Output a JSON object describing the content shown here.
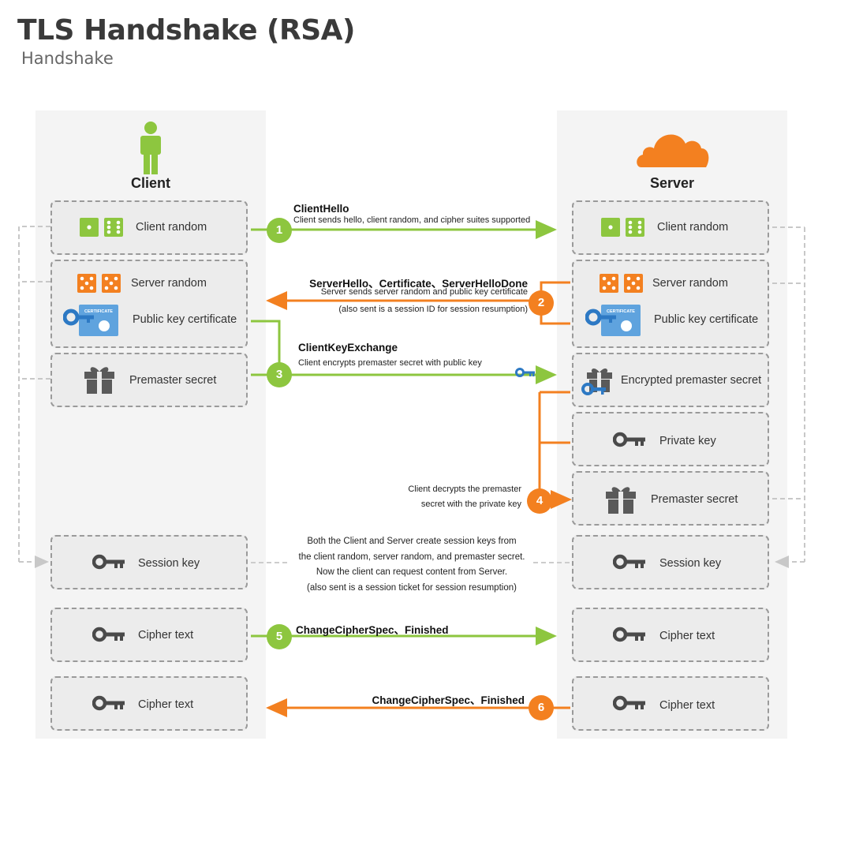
{
  "header": {
    "title": "TLS Handshake (RSA)",
    "subtitle": "Handshake"
  },
  "colors": {
    "green": "#8dc63f",
    "orange": "#f38020",
    "blue": "#2d79c4",
    "gray": "#4a4a4a"
  },
  "client": {
    "label": "Client",
    "boxes": {
      "client_random": "Client random",
      "server_random": "Server random",
      "public_cert": "Public key certificate",
      "premaster": "Premaster secret",
      "session_key": "Session key",
      "cipher_text_1": "Cipher text",
      "cipher_text_2": "Cipher text"
    }
  },
  "server": {
    "label": "Server",
    "boxes": {
      "client_random": "Client random",
      "server_random": "Server random",
      "public_cert": "Public key certificate",
      "encrypted_premaster": "Encrypted premaster secret",
      "private_key": "Private key",
      "premaster": "Premaster secret",
      "session_key": "Session key",
      "cipher_text_1": "Cipher text",
      "cipher_text_2": "Cipher text"
    }
  },
  "certificate_badge": "CERTIFICATE",
  "steps": [
    {
      "num": "1",
      "title": "ClientHello",
      "desc": "Client sends hello, client random, and cipher suites supported"
    },
    {
      "num": "2",
      "title": "ServerHello、Certificate、ServerHelloDone",
      "desc": "Server sends server random and public key certificate",
      "desc2": "(also sent is a session ID for session resumption)"
    },
    {
      "num": "3",
      "title": "ClientKeyExchange",
      "desc": "Client encrypts premaster secret with public key"
    },
    {
      "num": "4",
      "desc": "Client decrypts the premaster",
      "desc2": "secret with the private key"
    },
    {
      "num": "5",
      "title": "ChangeCipherSpec、Finished"
    },
    {
      "num": "6",
      "title": "ChangeCipherSpec、Finished"
    }
  ],
  "session_note": {
    "line1": "Both the Client and Server create session keys from",
    "line2": "the client random, server random, and premaster secret.",
    "line3": "Now the client can request content from Server.",
    "line4": "(also sent is a session ticket for session resumption)"
  }
}
